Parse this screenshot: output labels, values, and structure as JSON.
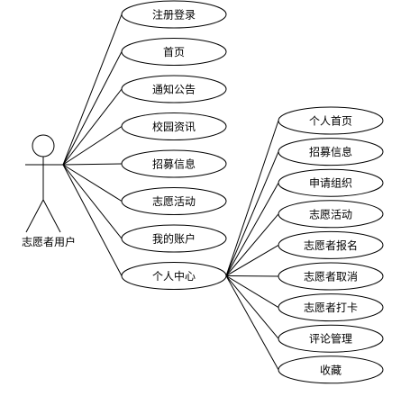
{
  "actor": {
    "label": "志愿者用户"
  },
  "use_cases": [
    "注册登录",
    "首页",
    "通知公告",
    "校园资讯",
    "招募信息",
    "志愿活动",
    "我的账户",
    "个人中心"
  ],
  "sub_use_cases": [
    "个人首页",
    "招募信息",
    "申请组织",
    "志愿活动",
    "志愿者报名",
    "志愿者取消",
    "志愿者打卡",
    "评论管理",
    "收藏"
  ]
}
